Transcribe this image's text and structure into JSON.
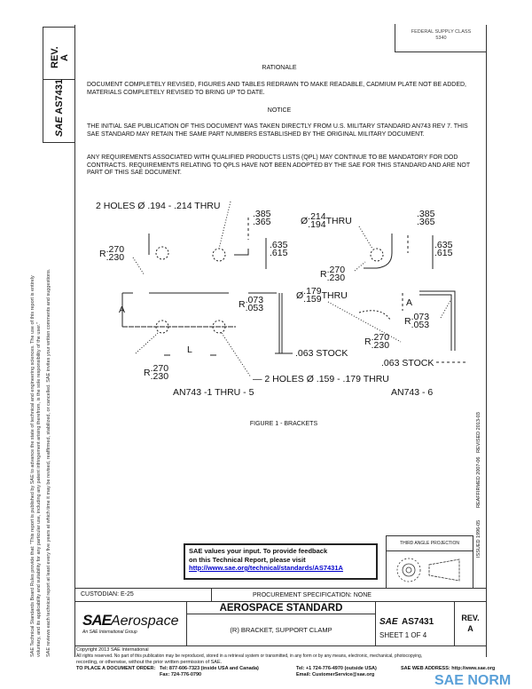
{
  "side_tab": {
    "rev_label": "REV.",
    "rev_value": "A",
    "logo": "SAE",
    "doc_number": "AS7431"
  },
  "disclaimer": {
    "line1": "SAE Technical Standards Board Rules provide that: \"This report is published by SAE to advance the state of technical and engineering sciences. The use of this report is entirely",
    "line2": "voluntary, and its applicability and suitability for any particular use, including any patent infringement arising therefrom, is the sole responsibility of the user.\"",
    "line3": "SAE reviews each technical report at least every five years at which time it may be revised, reaffirmed, stabilized, or cancelled. SAE invites your written comments and suggestions."
  },
  "fsc": {
    "label": "FEDERAL SUPPLY CLASS",
    "value": "5340"
  },
  "rationale": {
    "heading": "RATIONALE",
    "text": "DOCUMENT COMPLETELY REVISED, FIGURES AND TABLES REDRAWN TO MAKE READABLE, CADMIUM PLATE NOT BE ADDED, MATERIALS COMPLETELY REVISED TO BRING UP TO DATE."
  },
  "notice": {
    "heading": "NOTICE",
    "p1": "THE INITIAL SAE PUBLICATION OF THIS DOCUMENT WAS TAKEN DIRECTLY FROM U.S. MILITARY STANDARD AN743 REV 7. THIS SAE STANDARD MAY RETAIN THE SAME PART NUMBERS ESTABLISHED BY THE ORIGINAL MILITARY DOCUMENT.",
    "p2": "ANY REQUIREMENTS ASSOCIATED WITH QUALIFIED PRODUCTS LISTS (QPL) MAY CONTINUE TO BE MANDATORY FOR DOD CONTRACTS. REQUIREMENTS RELATING TO QPLS HAVE NOT BEEN ADOPTED BY THE SAE FOR THIS STANDARD AND ARE NOT PART OF THIS SAE DOCUMENT."
  },
  "figure": {
    "holes_top": "2 HOLES Ø .194 - .214 THRU",
    "d385": ".385",
    "d365": ".365",
    "d635": ".635",
    "d615": ".615",
    "r270": ".270",
    "r230": ".230",
    "r_prefix": "R",
    "dia_prefix": "Ø",
    "thru": "THRU",
    "d214": ".214",
    "d194": ".194",
    "d179": ".179",
    "d159": ".159",
    "r073": ".073",
    "r053": ".053",
    "a": "A",
    "l": "L",
    "stock": ".063 STOCK",
    "holes_bottom": "2 HOLES Ø .159 - .179 THRU",
    "caption_left": "AN743 -1 THRU - 5",
    "caption_right": "AN743 - 6",
    "title": "FIGURE 1 - BRACKETS"
  },
  "dates": {
    "issued": "ISSUED 1996-05",
    "reaffirmed": "REAFFIRMED 2007-06",
    "revised": "REVISED 2013-03"
  },
  "feedback": {
    "line1": "SAE values your input. To provide feedback",
    "line2": "on this Technical Report, please visit",
    "link": "http://www.sae.org/technical/standards/AS7431A"
  },
  "projection": {
    "label": "THIRD ANGLE PROJECTION"
  },
  "title_block": {
    "custodian": "CUSTODIAN: E-25",
    "procurement": "PROCUREMENT SPECIFICATION: NONE",
    "logo_sae": "SAE",
    "logo_aero": "Aerospace",
    "logo_sub": "An SAE International Group",
    "category": "AEROSPACE STANDARD",
    "title": "(R) BRACKET, SUPPORT CLAMP",
    "doc_logo": "SAE",
    "doc_number": "AS7431",
    "sheet": "SHEET 1 OF 4",
    "rev_label": "REV.",
    "rev_value": "A"
  },
  "footer": {
    "copyright": "Copyright 2013 SAE International",
    "rights": "All rights reserved. No part of this publication may be reproduced, stored in a retrieval system or transmitted, in any form or by any means, electronic, mechanical, photocopying,",
    "rights2": "recording, or otherwise, without the prior written permission of SAE.",
    "order": "TO PLACE A DOCUMENT ORDER:",
    "tel1": "Tel: 877-606-7323 (inside USA and Canada)",
    "fax": "Fax: 724-776-0790",
    "tel2": "Tel: +1 724-776-4970 (outside USA)",
    "email": "Email: CustomerService@sae.org",
    "web": "SAE WEB ADDRESS: http://www.sae.org",
    "watermark": "SAE NORM"
  }
}
